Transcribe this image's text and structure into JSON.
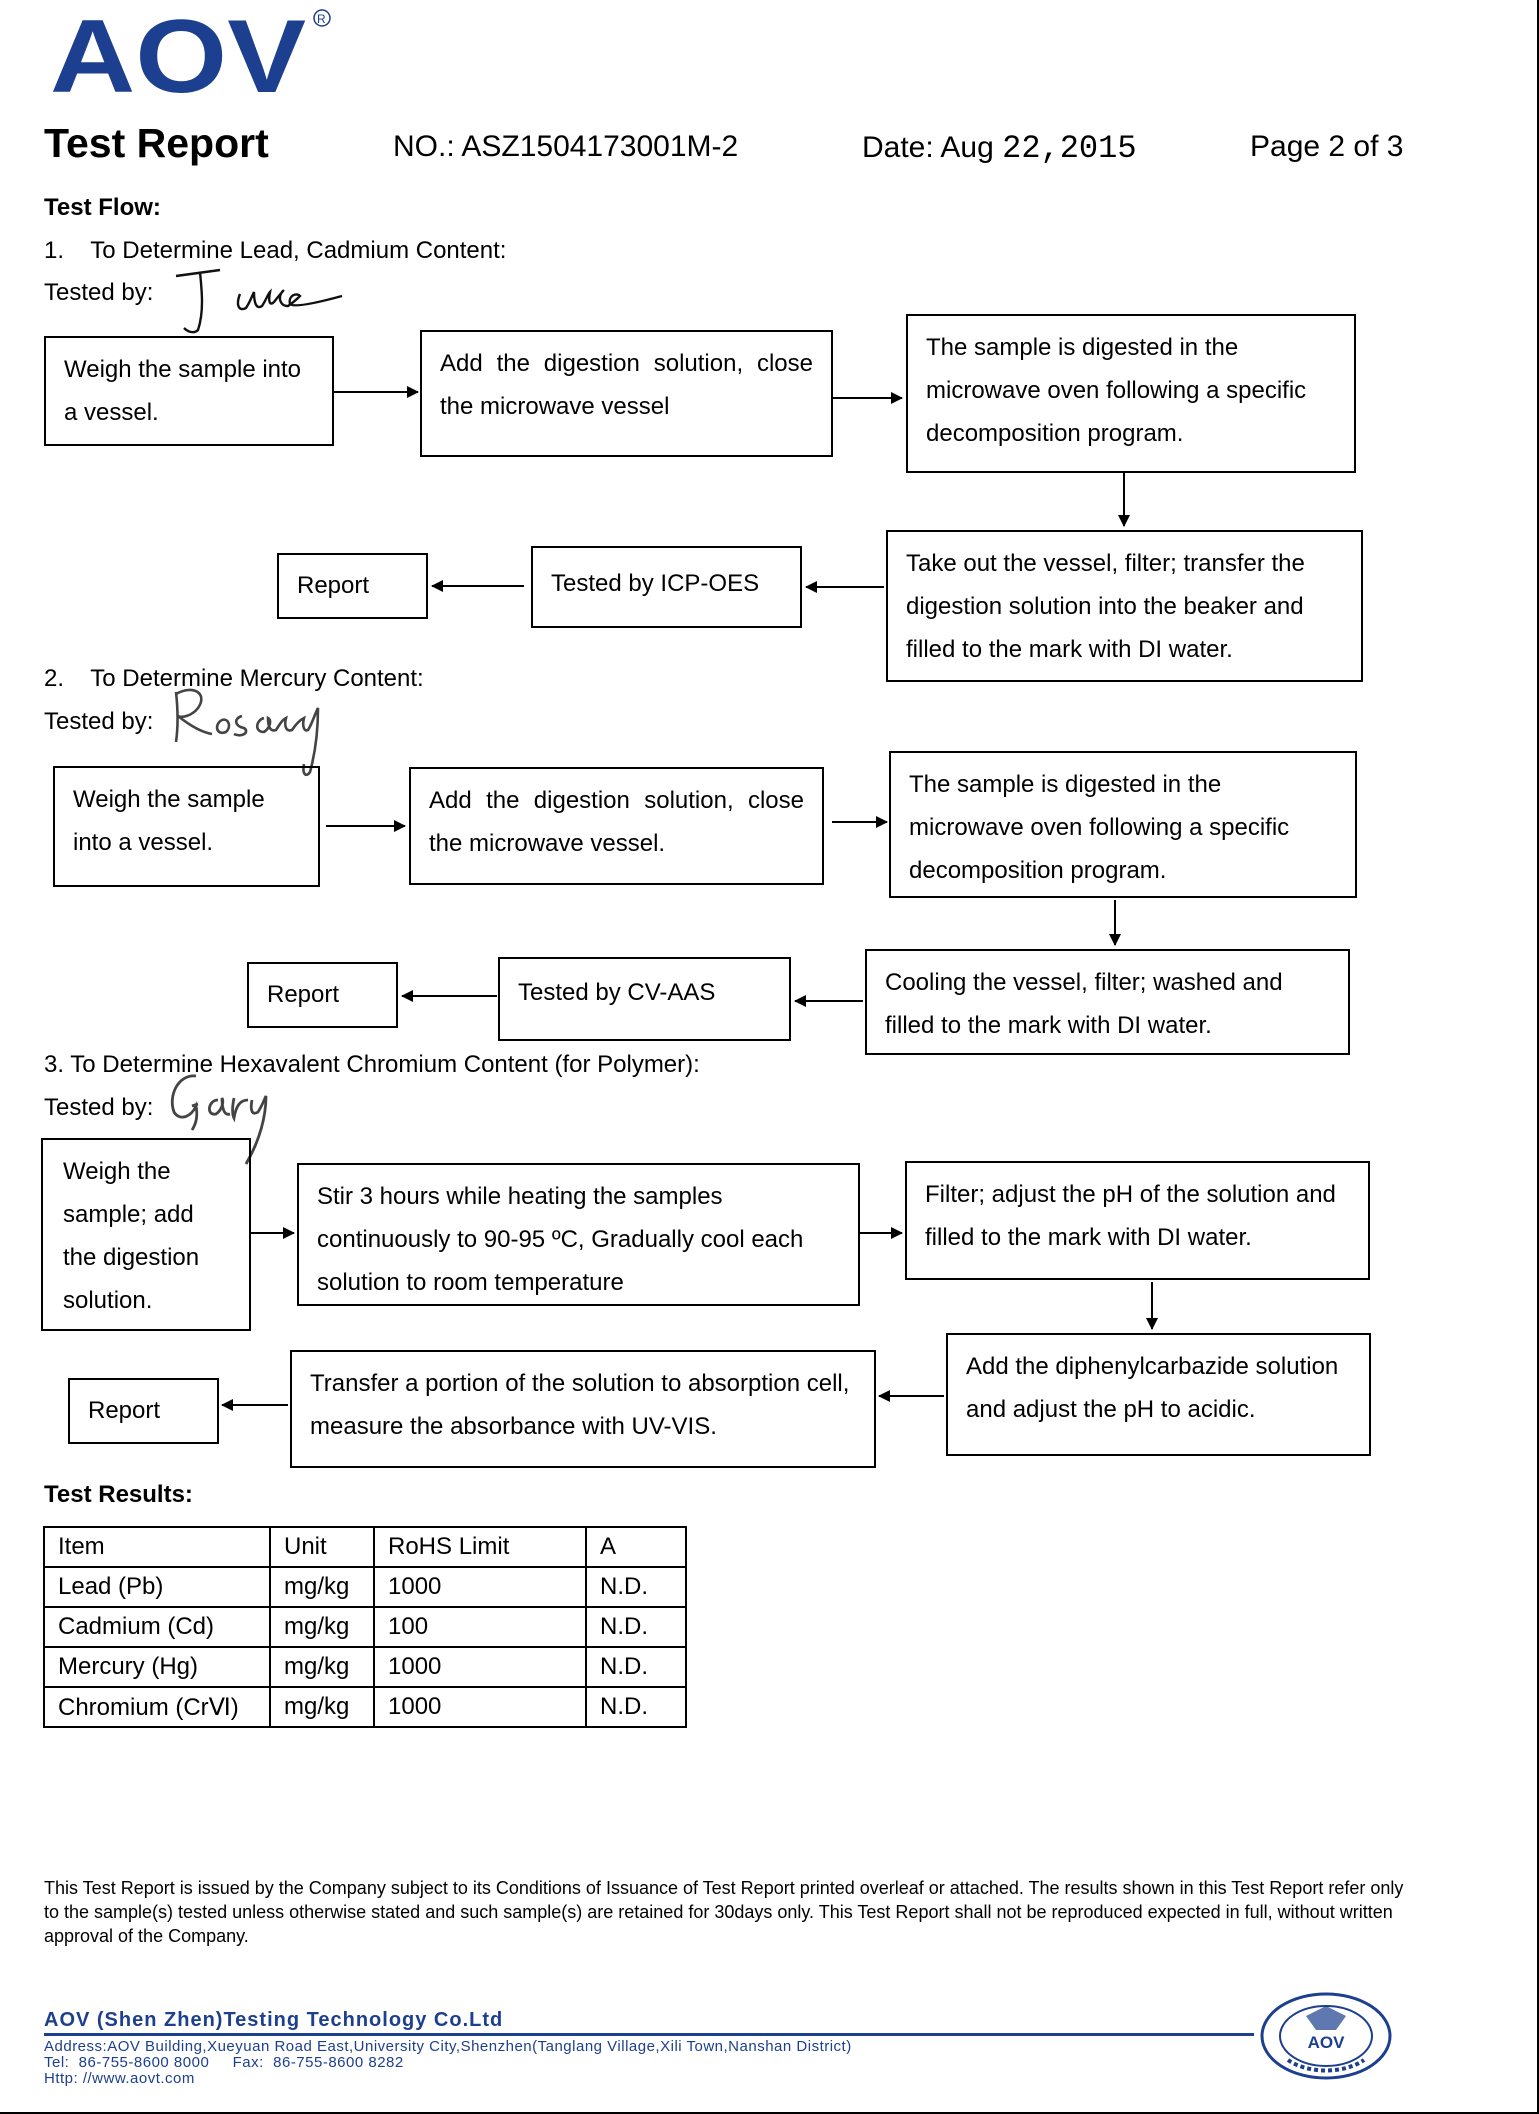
{
  "header": {
    "logo_text": "AOV",
    "title": "Test Report",
    "number": "NO.: ASZ1504173001M-2",
    "date_label": "Date: Aug",
    "date_value": "22,2015",
    "page": "Page 2 of 3"
  },
  "test_flow": {
    "heading": "Test Flow:",
    "sections": [
      {
        "heading": "1.    To Determine Lead, Cadmium Content:",
        "tested_by": "Tested by:",
        "signature": "June",
        "steps": [
          "Weigh the sample into a vessel.",
          "Add the digestion solution, close the microwave vessel",
          "The sample is digested in the microwave oven following a specific decomposition program.",
          "Take out the vessel, filter; transfer the digestion solution into the beaker and filled to the mark with DI water.",
          "Tested by ICP-OES",
          "Report"
        ]
      },
      {
        "heading": "2.    To Determine Mercury Content:",
        "tested_by": "Tested by:",
        "signature": "Rosary",
        "steps": [
          "Weigh the sample into a vessel.",
          "Add the digestion solution, close the microwave vessel.",
          "The sample is digested in the microwave oven following a specific decomposition program.",
          "Cooling the vessel, filter; washed and filled to the mark with DI water.",
          "Tested by CV-AAS",
          "Report"
        ]
      },
      {
        "heading": "3. To Determine Hexavalent Chromium Content (for Polymer):",
        "tested_by": "Tested by:",
        "signature": "Gary",
        "steps": [
          "Weigh the sample; add the digestion solution.",
          "Stir 3 hours while heating the samples continuously to 90-95 ºC, Gradually cool each solution to room temperature",
          "Filter; adjust the pH of the solution and filled to the mark with DI water.",
          "Add the diphenylcarbazide solution and adjust the pH to acidic.",
          "Transfer a portion of the solution to absorption cell, measure the absorbance with UV-VIS.",
          "Report"
        ]
      }
    ]
  },
  "results": {
    "heading": "Test Results:",
    "columns": [
      "Item",
      "Unit",
      "RoHS Limit",
      "A"
    ],
    "rows": [
      [
        "Lead (Pb)",
        "mg/kg",
        "1000",
        "N.D."
      ],
      [
        "Cadmium (Cd)",
        "mg/kg",
        "100",
        "N.D."
      ],
      [
        "Mercury (Hg)",
        "mg/kg",
        "1000",
        "N.D."
      ],
      [
        "Chromium (CrⅥ)",
        "mg/kg",
        "1000",
        "N.D."
      ]
    ]
  },
  "footer": {
    "disclaimer": "This Test Report is issued by the Company subject to its Conditions of Issuance of Test Report printed overleaf or attached. The results shown in this Test Report refer only to the sample(s) tested unless otherwise stated and such sample(s) are retained for 30days only. This Test Report shall not be reproduced expected in full, without written approval of the Company.",
    "company": "AOV (Shen Zhen)Testing Technology Co.Ltd",
    "address": "Address:AOV Building,Xueyuan Road East,University City,Shenzhen(Tanglang Village,Xili Town,Nanshan District)",
    "tel": "Tel:  86-755-8600 8000     Fax:  86-755-8600 8282",
    "web": "Http:  //www.aovt.com",
    "seal_text": "AOV"
  },
  "colors": {
    "brand": "#1d3f8f",
    "ink": "#000000"
  }
}
